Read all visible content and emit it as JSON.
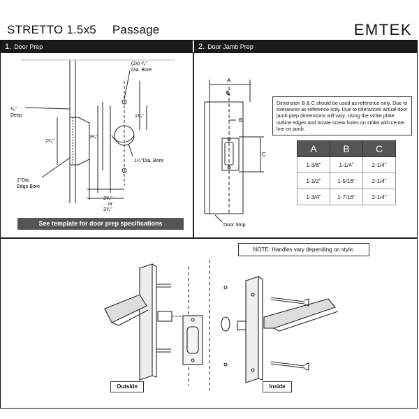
{
  "header": {
    "product": "STRETTO 1.5x5",
    "function": "Passage",
    "brand": "EMTEK"
  },
  "sections": [
    {
      "number": "1.",
      "title": "Door Prep"
    },
    {
      "number": "2.",
      "title": "Door Jamb Prep"
    }
  ],
  "door_prep": {
    "bore_callout": "(2x) ³⁄₈\"",
    "bore_callout2": "Dia. Bore",
    "deep_label": "¹⁄₈\"",
    "deep_label2": "Deep",
    "height_label": "2¹⁄₄\"",
    "spacing_label": "3¹⁄₂\"",
    "offset_label": "1³⁄₄\"",
    "main_bore": "1¹⁄₄\"Dia. Bore",
    "edge_bore": "1\"Dia.",
    "edge_bore2": "Edge Bore",
    "backset_a": "2³⁄₈\"",
    "backset_or": "or",
    "backset_b": "2³⁄₄\"",
    "template_note": "See template for door prep specifications"
  },
  "jamb_prep": {
    "label_a": "A",
    "label_b": "B",
    "label_c": "C",
    "centerline": "℄",
    "door_stop": "Door Stop",
    "note": "Dimension B & C should be used as reference only. Due to tolerances as reference only. Due to tolerances actual door jamb prep dimensions will vary. Using the strike plate outline edges and locate screw holes on strike with center line on jamb.",
    "table": {
      "headers": [
        "A",
        "B",
        "C"
      ],
      "rows": [
        [
          "1-3/8\"",
          "1-1/4\"",
          "2-1/4\""
        ],
        [
          "1-1/2\"",
          "1-5/16\"",
          "2-1/4\""
        ],
        [
          "1-3/4\"",
          "1-7/16\"",
          "2-1/4\""
        ]
      ]
    }
  },
  "exploded": {
    "note": "NOTE: Handles vary depending on style.",
    "outside_label": "Outside",
    "inside_label": "Inside"
  }
}
